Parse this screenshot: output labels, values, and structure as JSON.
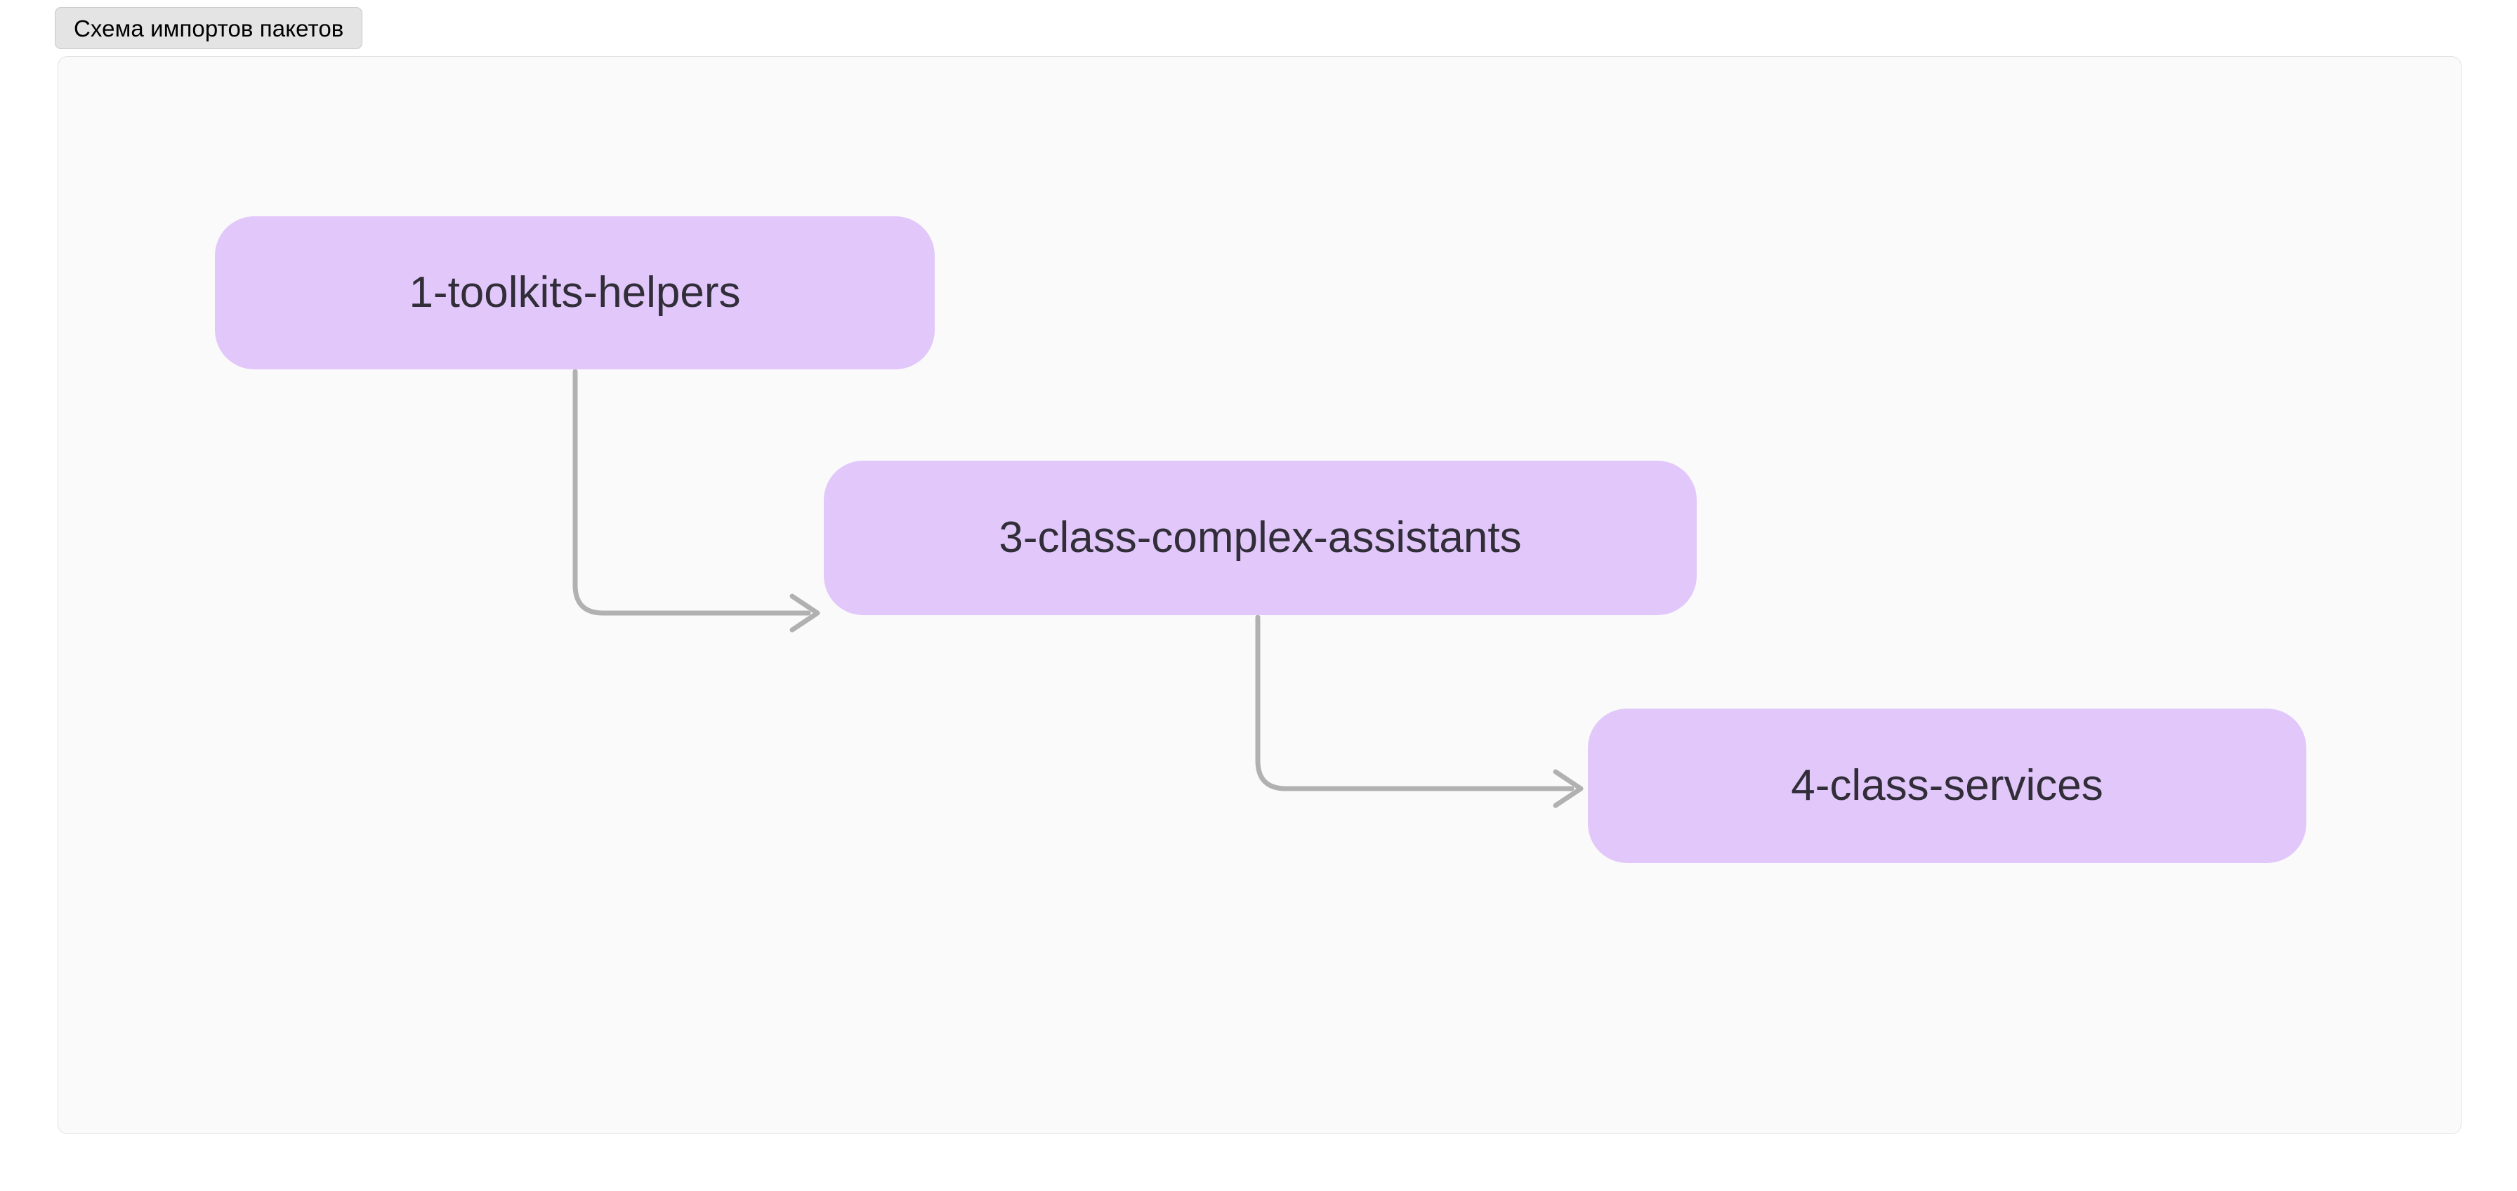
{
  "header": {
    "badge_label": "Схема импортов пакетов"
  },
  "diagram": {
    "type": "flowchart-left-right",
    "background_color": "#fafafa",
    "border_color": "#e3e3e3",
    "node_fill_color": "#e2c8fa",
    "node_text_color": "#312e3a",
    "edge_color": "#b1b1b1",
    "nodes": [
      {
        "id": "1-toolkits-helpers",
        "label": "1-toolkits-helpers"
      },
      {
        "id": "3-class-complex-assistants",
        "label": "3-class-complex-assistants"
      },
      {
        "id": "4-class-services",
        "label": "4-class-services"
      }
    ],
    "edges": [
      {
        "from": "1-toolkits-helpers",
        "to": "3-class-complex-assistants",
        "arrow": "open-chevron"
      },
      {
        "from": "3-class-complex-assistants",
        "to": "4-class-services",
        "arrow": "open-chevron"
      }
    ]
  }
}
